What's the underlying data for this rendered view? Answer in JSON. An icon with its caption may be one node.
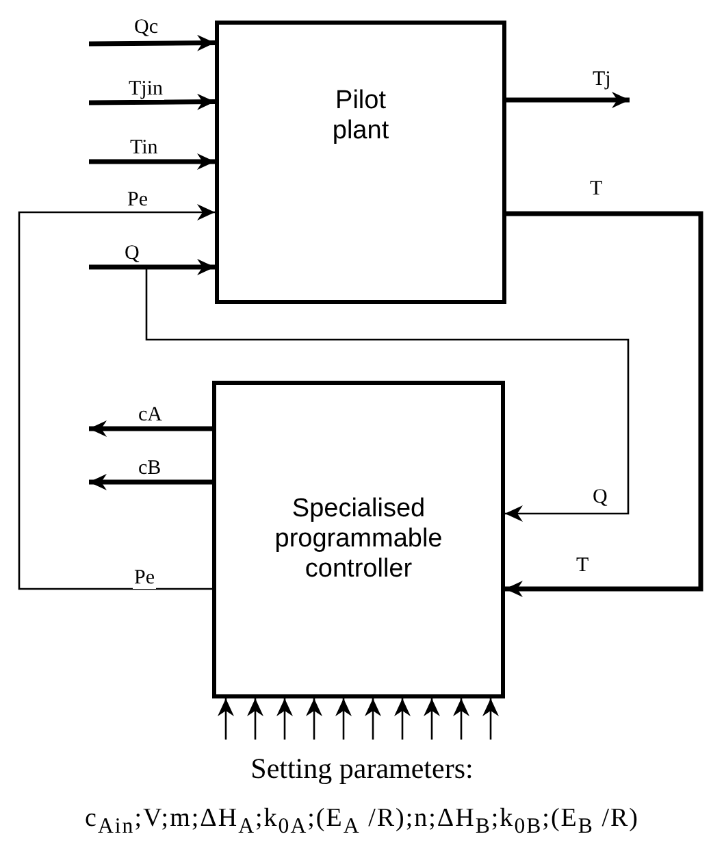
{
  "diagram": {
    "nodes": [
      {
        "text": [
          "Pilot plant"
        ]
      },
      {
        "text": [
          "Specialised programmable controller"
        ]
      }
    ],
    "edges": [
      {
        "from": null,
        "to": 0,
        "arrow": "to",
        "label": "Qc",
        "style": "thick"
      },
      {
        "from": null,
        "to": 0,
        "arrow": "to",
        "label": "Tjin",
        "style": "thick"
      },
      {
        "from": null,
        "to": 0,
        "arrow": "to",
        "label": "Tin",
        "style": "thick"
      },
      {
        "from": 1,
        "to": 0,
        "arrow": "to",
        "label": "Pe"
      },
      {
        "from": null,
        "to": 0,
        "arrow": "to",
        "label": "Q",
        "style": "thick"
      },
      {
        "from": null,
        "to": 1,
        "arrow": "to",
        "label": "Q"
      },
      {
        "from": 0,
        "to": null,
        "arrow": "to",
        "label": "Tj",
        "style": "thick"
      },
      {
        "from": 0,
        "to": 1,
        "arrow": "to",
        "label": "T",
        "style": "thick"
      },
      {
        "from": 1,
        "to": null,
        "arrow": "to",
        "label": "cA",
        "style": "thick"
      },
      {
        "from": 1,
        "to": null,
        "arrow": "to",
        "label": "cB",
        "style": "thick"
      },
      {
        "from": null,
        "to": 1,
        "arrow": "to"
      },
      {
        "from": null,
        "to": 1,
        "arrow": "to"
      },
      {
        "from": null,
        "to": 1,
        "arrow": "to"
      },
      {
        "from": null,
        "to": 1,
        "arrow": "to"
      },
      {
        "from": null,
        "to": 1,
        "arrow": "to"
      },
      {
        "from": null,
        "to": 1,
        "arrow": "to"
      },
      {
        "from": null,
        "to": 1,
        "arrow": "to"
      },
      {
        "from": null,
        "to": 1,
        "arrow": "to"
      },
      {
        "from": null,
        "to": 1,
        "arrow": "to"
      },
      {
        "from": null,
        "to": 1,
        "arrow": "to"
      }
    ],
    "labels": [
      "T",
      "Pe",
      "Setting parameters:",
      "c$_{Ain}$;V;m;ΔH$_{A}$;k$_{0A}$;(E$_{A}$ /R);n;ΔH$_{B}$;k$_{0B}$;(E$_{B}$ /R)"
    ]
  }
}
